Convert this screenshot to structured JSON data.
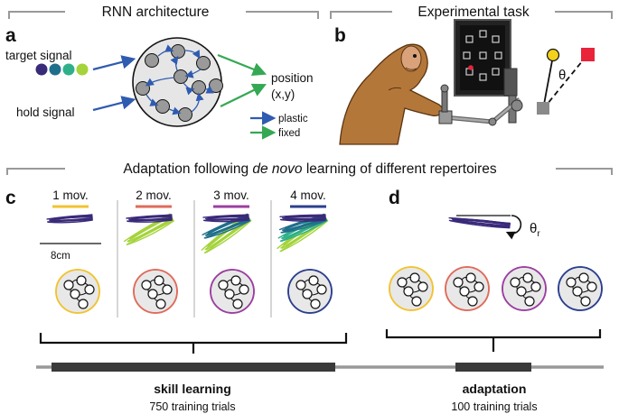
{
  "figure": {
    "panel_a": {
      "letter": "a",
      "header": "RNN architecture",
      "target_signal": "target signal",
      "hold_signal": "hold signal",
      "output": "position",
      "output_sub": "(x,y)",
      "legend_plastic": "plastic",
      "legend_fixed": "fixed",
      "target_colors": [
        "#3a2a7a",
        "#1f6f8b",
        "#2fb08a",
        "#a4d33a"
      ]
    },
    "panel_b": {
      "letter": "b",
      "header": "Experimental task",
      "angle_symbol": "θ"
    },
    "section_header": {
      "prefix": "Adaptation following ",
      "italic": "de novo",
      "suffix": " learning of different repertoires"
    },
    "panel_c": {
      "letter": "c",
      "conditions": [
        {
          "label": "1 mov.",
          "color": "#f2c330"
        },
        {
          "label": "2 mov.",
          "color": "#e06a5a"
        },
        {
          "label": "3 mov.",
          "color": "#9b3fa0"
        },
        {
          "label": "4 mov.",
          "color": "#2c3f8f"
        }
      ],
      "scale_label": "8cm"
    },
    "panel_d": {
      "letter": "d",
      "rotation_symbol": "θ",
      "rotation_sub": "r"
    },
    "timeline": {
      "skill_title": "skill learning",
      "skill_trials": "750 training trials",
      "adapt_title": "adaptation",
      "adapt_trials": "100 training trials"
    },
    "colors": {
      "plastic": "#2f5bb0",
      "fixed": "#35a853",
      "node": "#9a9a9a",
      "purple": "#3a2a7a",
      "teal": "#1f6f8b",
      "green": "#2fb08a",
      "lime": "#a4d33a",
      "monkey": "#b4773a",
      "target": "#e8233a",
      "cursor": "#f2d21b"
    }
  }
}
